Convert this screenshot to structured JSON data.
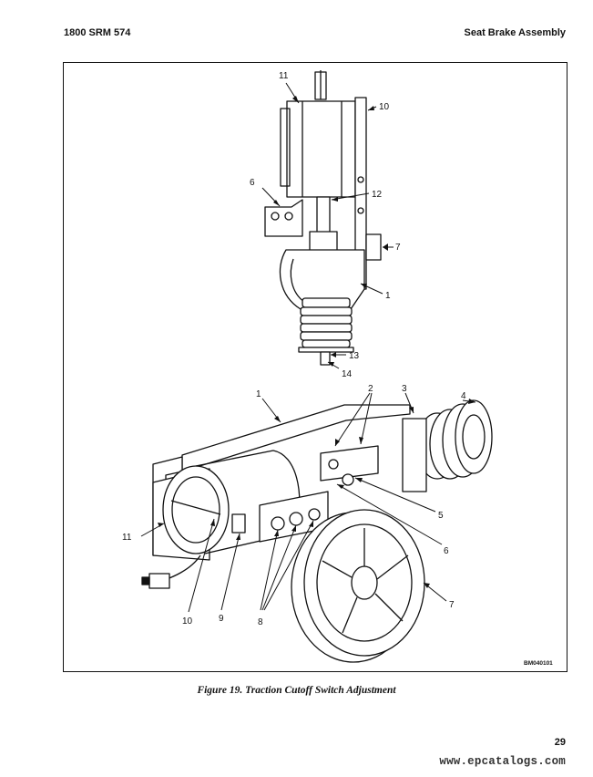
{
  "header": {
    "left": "1800 SRM 574",
    "right": "Seat Brake Assembly"
  },
  "figure": {
    "caption": "Figure 19.  Traction Cutoff Switch Adjustment",
    "reference_code": "BM040101",
    "top_view_callouts": [
      "11",
      "10",
      "6",
      "12",
      "7",
      "1",
      "13",
      "14"
    ],
    "bottom_view_callouts": [
      "1",
      "2",
      "3",
      "4",
      "5",
      "6",
      "7",
      "8",
      "9",
      "10",
      "11"
    ]
  },
  "footer": {
    "page_number": "29",
    "watermark": "www.epcatalogs.com"
  }
}
